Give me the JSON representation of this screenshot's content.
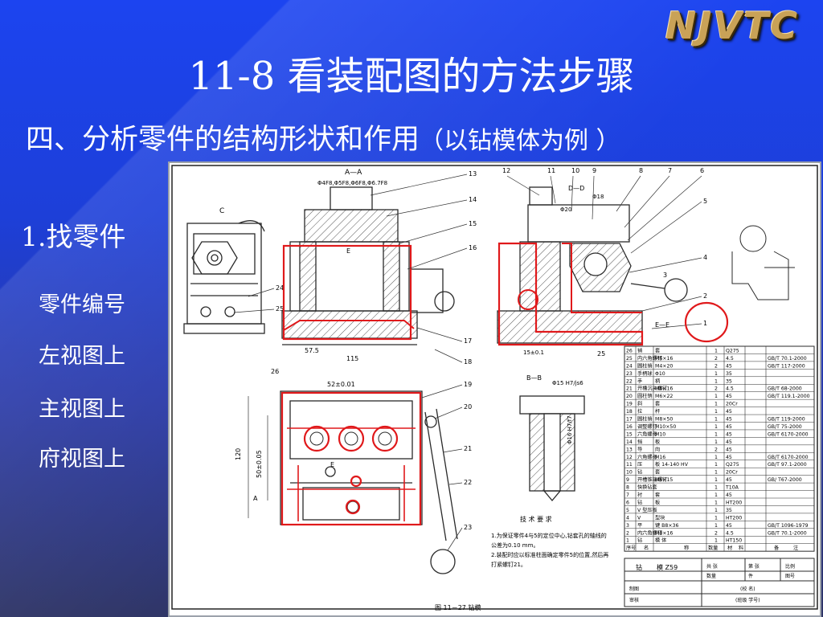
{
  "logo": "NJVTC",
  "title": "11-8 看装配图的方法步骤",
  "subtitle": {
    "main": "四、分析零件的结构形状和作用",
    "paren": "（以钻模体为例 ）"
  },
  "step": "1.找零件",
  "bullets": [
    "零件编号",
    "左视图上",
    "主视图上",
    "府视图上"
  ],
  "drawing": {
    "caption": "图 11－27  钻模",
    "section_aa": "A—A",
    "section_dd": "D—D",
    "section_bb": "B—B",
    "section_ee": "E—E",
    "section_c": "C",
    "dim_top": "Φ4F8,Φ5F8,Φ6F8,Φ6.7F8",
    "dim_575": "57.5",
    "dim_115": "115",
    "dim_52": "52±0.01",
    "dim_120": "120",
    "dim_50": "50±0.05",
    "dim_25": "25",
    "dim_15": "15±0.1",
    "dim_phi18": "Φ18",
    "dim_phi20": "Φ20",
    "dim_phi15": "Φ15 H7/js6",
    "dim_phi16": "Φ16 H7/f7",
    "letter_a": "A",
    "letter_e": "E",
    "tech_title": "技 术 要 求",
    "tech_lines": [
      "1.为保证零件4与5的定位中心,钻套孔的轴线的",
      "  公差为0.10 mm。",
      "2.装配时应以标准柱面确定零件5的位置,然后再",
      "  打紧螺钉21。"
    ],
    "callouts": [
      "1",
      "2",
      "3",
      "4",
      "5",
      "6",
      "7",
      "8",
      "9",
      "10",
      "11",
      "12",
      "13",
      "14",
      "15",
      "16",
      "17",
      "18",
      "19",
      "20",
      "21",
      "22",
      "23",
      "24",
      "25",
      "26"
    ],
    "bom": [
      [
        "26",
        "销",
        "套",
        "1",
        "Q275",
        ""
      ],
      [
        "25",
        "内六角螺钉",
        "M6×16",
        "2",
        "4.5",
        "GB/T 70.1-2000"
      ],
      [
        "24",
        "圆柱销",
        "M4×20",
        "2",
        "45",
        "GB/T 117-2000"
      ],
      [
        "23",
        "手柄球",
        "Φ10",
        "1",
        "35",
        ""
      ],
      [
        "22",
        "手",
        "柄",
        "1",
        "35",
        ""
      ],
      [
        "21",
        "开槽沉头螺钉",
        "M6×16",
        "2",
        "4.5",
        "GB/T 68-2000"
      ],
      [
        "20",
        "圆柱销",
        "M6×22",
        "1",
        "45",
        "GB/T 119.1-2000"
      ],
      [
        "19",
        "斜",
        "套",
        "1",
        "20Cr",
        ""
      ],
      [
        "18",
        "拉",
        "杆",
        "1",
        "45",
        ""
      ],
      [
        "17",
        "圆柱销",
        "M8×50",
        "1",
        "45",
        "GB/T 119-2000"
      ],
      [
        "16",
        "调整螺钉",
        "M10×50",
        "1",
        "45",
        "GB/T 75-2000"
      ],
      [
        "15",
        "六角螺母",
        "M10",
        "1",
        "45",
        "GB/T 6170-2000"
      ],
      [
        "14",
        "挡",
        "板",
        "1",
        "45",
        ""
      ],
      [
        "13",
        "导",
        "向",
        "2",
        "45",
        ""
      ],
      [
        "12",
        "六角螺母",
        "M16",
        "1",
        "45",
        "GB/T 6170-2000"
      ],
      [
        "11",
        "压",
        "板 14-140 HV",
        "1",
        "Q275",
        "GB/T 97.1-2000"
      ],
      [
        "10",
        "钻",
        "套",
        "1",
        "20Cr",
        ""
      ],
      [
        "9",
        "开槽锥端螺钉",
        "M6×15",
        "1",
        "45",
        "GB/ T67-2000"
      ],
      [
        "8",
        "快换钻套",
        "",
        "1",
        "T10A",
        ""
      ],
      [
        "7",
        "衬",
        "套",
        "1",
        "45",
        ""
      ],
      [
        "6",
        "钻",
        "板",
        "1",
        "HT200",
        ""
      ],
      [
        "5",
        "V 型压板",
        "",
        "1",
        "35",
        ""
      ],
      [
        "4",
        "V",
        "型块",
        "1",
        "HT200",
        ""
      ],
      [
        "3",
        "平",
        "键 B8×36",
        "1",
        "45",
        "GB/T 1096-1979"
      ],
      [
        "2",
        "内六角螺钉",
        "M8×16",
        "2",
        "4.5",
        "GB/T 70.1-2000"
      ],
      [
        "1",
        "钻",
        "模 体",
        "1",
        "HT150",
        ""
      ]
    ],
    "bom_header": [
      "序号",
      "名",
      "称",
      "数量",
      "材",
      "料",
      "备",
      "注"
    ],
    "title_block": {
      "name": "钻",
      "model": "模   Z59",
      "labels": [
        "共 张",
        "第 张",
        "比例",
        "数量",
        "件",
        "图号"
      ],
      "drawn": "制图",
      "checked": "审核",
      "school": "(校   名)",
      "class": "(班级   学号)"
    }
  },
  "colors": {
    "highlight": "#e0191b",
    "line": "#2a2a2a",
    "hatch": "#555555"
  }
}
